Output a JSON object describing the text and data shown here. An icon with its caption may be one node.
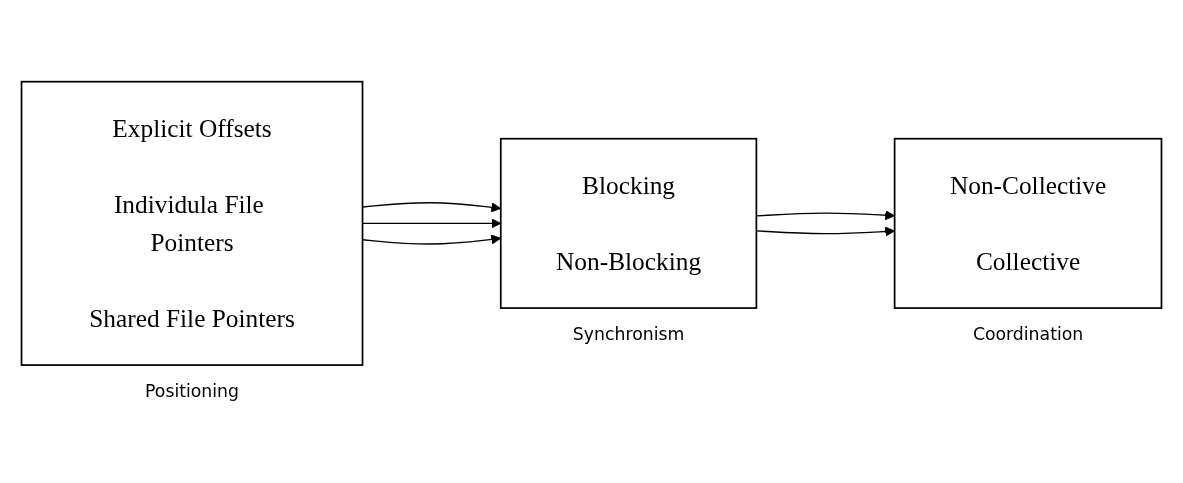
{
  "diagram": {
    "nodes": [
      {
        "text": [
          "Explicit Offsets",
          "Individula File Pointers",
          "Shared File Pointers"
        ],
        "beside": [
          "Positioning"
        ]
      },
      {
        "text": [
          "Blocking",
          "Non-Blocking"
        ],
        "beside": [
          "Synchronism"
        ]
      },
      {
        "text": [
          "Non-Collective",
          "Collective"
        ],
        "beside": [
          "Coordination"
        ]
      }
    ],
    "edges": [
      {
        "from": 0,
        "to": 1,
        "arrow": "to"
      },
      {
        "from": 0,
        "to": 1,
        "arrow": "to"
      },
      {
        "from": 0,
        "to": 1,
        "arrow": "to"
      },
      {
        "from": 1,
        "to": 2,
        "arrow": "to"
      },
      {
        "from": 1,
        "to": 2,
        "arrow": "to"
      }
    ]
  }
}
